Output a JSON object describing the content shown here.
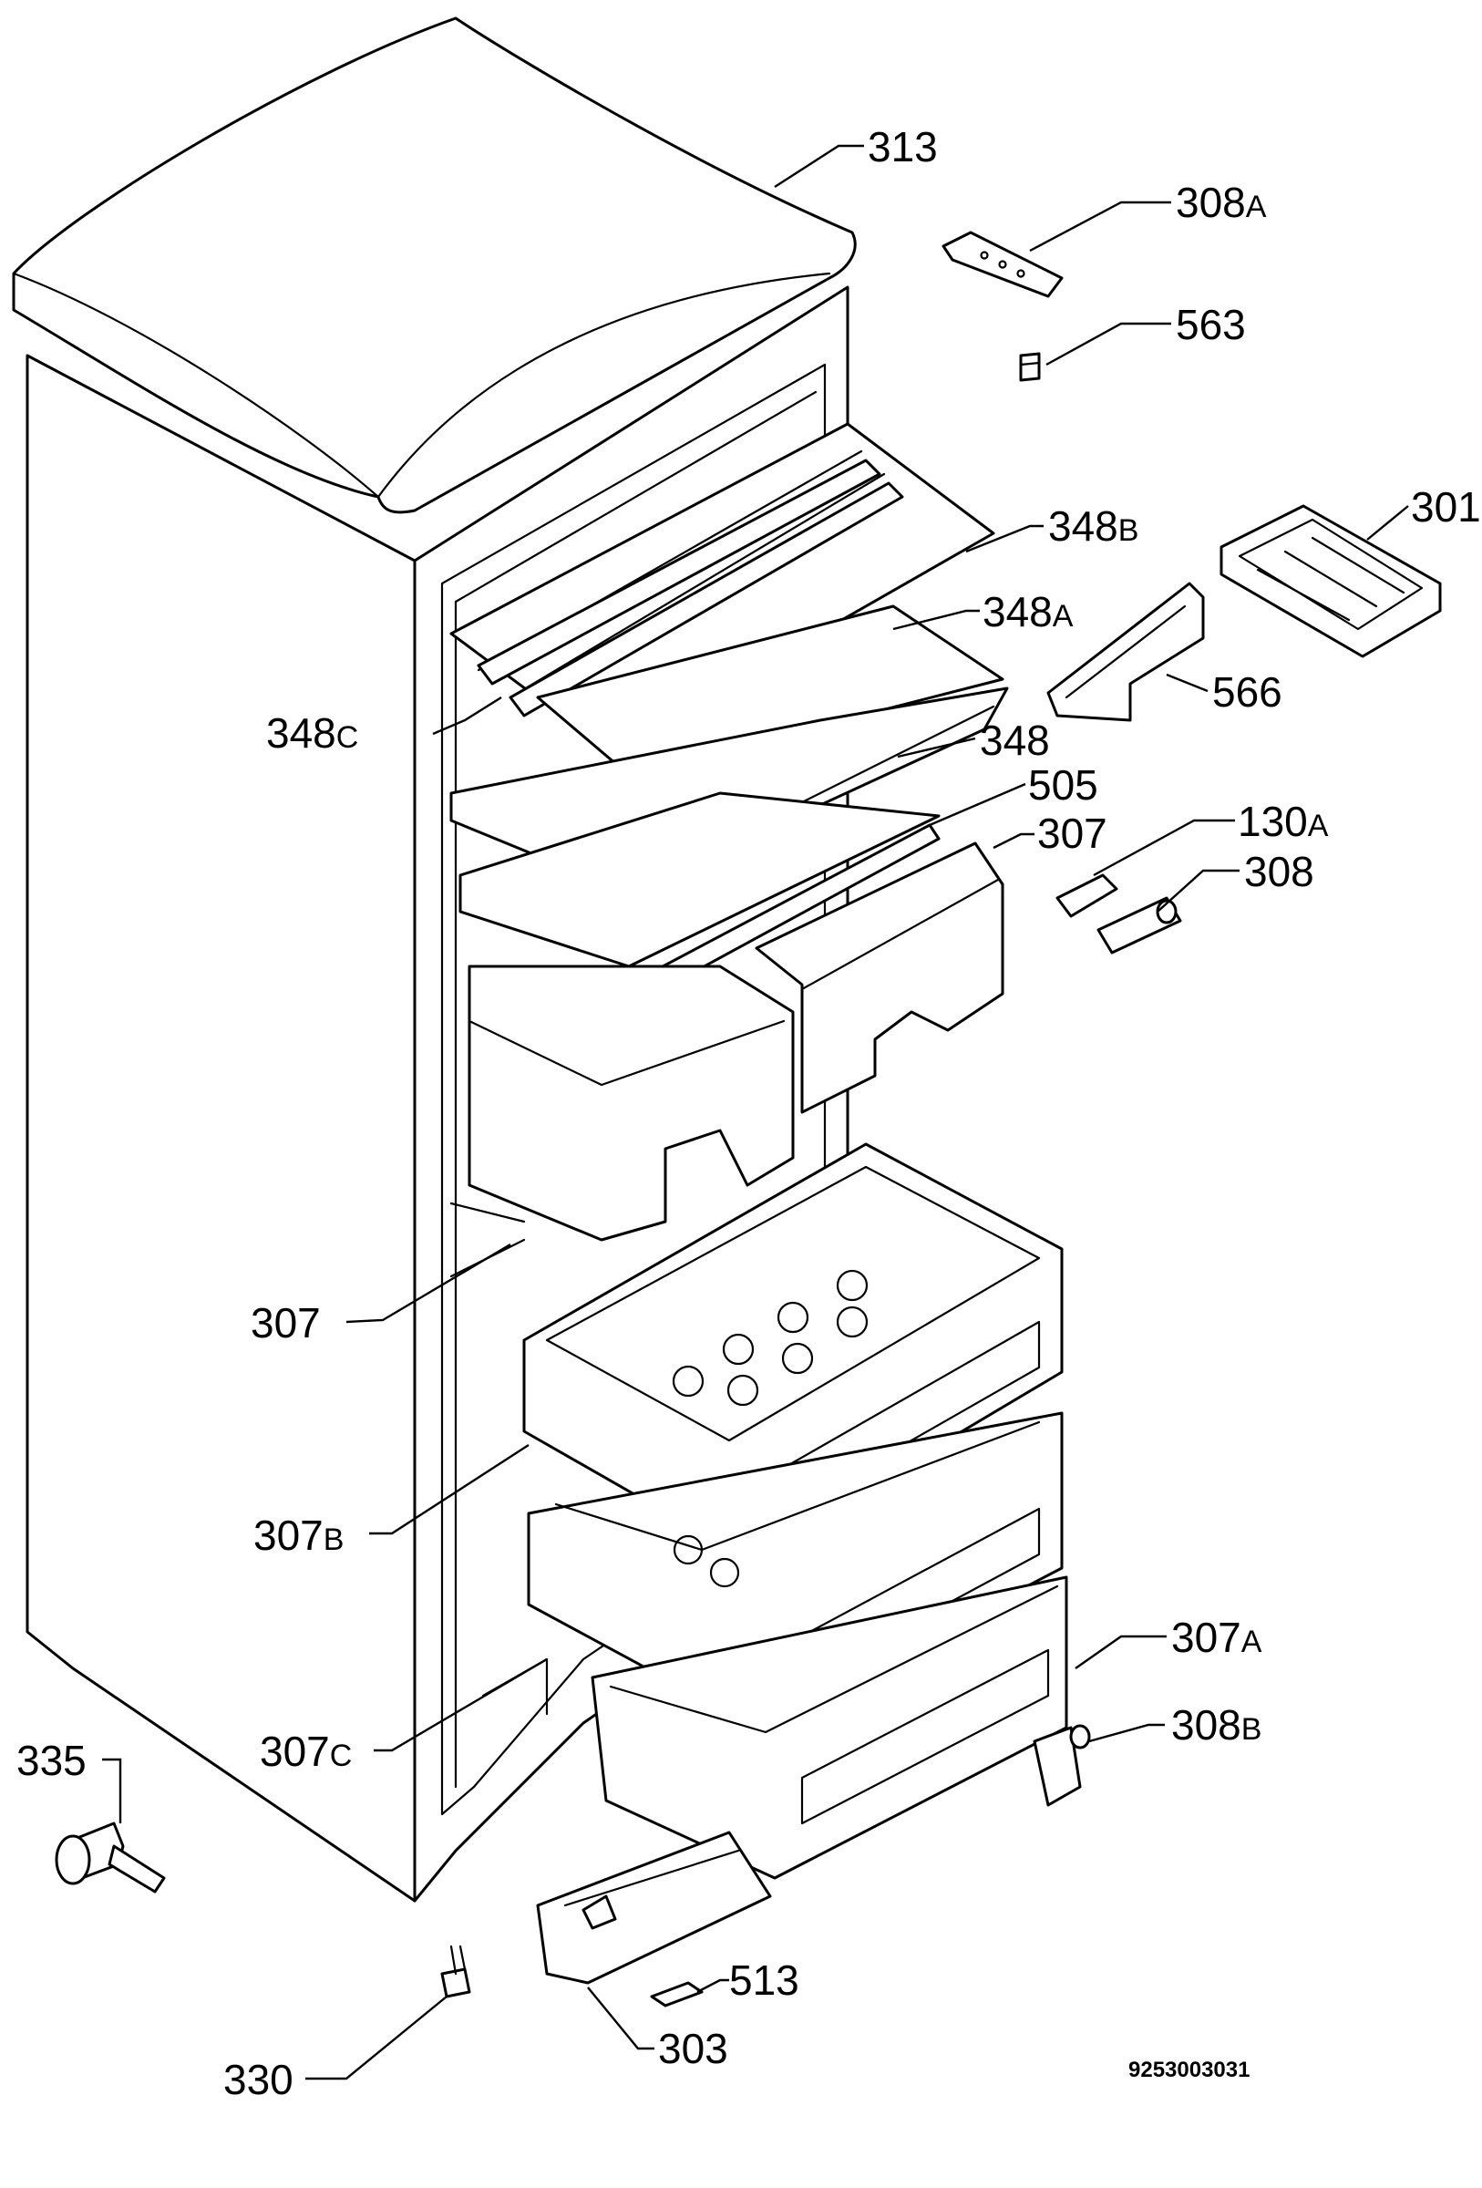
{
  "diagram_code": "9253003031",
  "labels": [
    {
      "num": "313",
      "suffix": ""
    },
    {
      "num": "308",
      "suffix": "A"
    },
    {
      "num": "563",
      "suffix": ""
    },
    {
      "num": "301",
      "suffix": ""
    },
    {
      "num": "348",
      "suffix": "B"
    },
    {
      "num": "348",
      "suffix": "A"
    },
    {
      "num": "348",
      "suffix": "C"
    },
    {
      "num": "566",
      "suffix": ""
    },
    {
      "num": "348",
      "suffix": ""
    },
    {
      "num": "505",
      "suffix": ""
    },
    {
      "num": "130",
      "suffix": "A"
    },
    {
      "num": "307",
      "suffix": ""
    },
    {
      "num": "308",
      "suffix": ""
    },
    {
      "num": "307",
      "suffix": ""
    },
    {
      "num": "307",
      "suffix": "B"
    },
    {
      "num": "307",
      "suffix": "A"
    },
    {
      "num": "307",
      "suffix": "C"
    },
    {
      "num": "308",
      "suffix": "B"
    },
    {
      "num": "335",
      "suffix": ""
    },
    {
      "num": "513",
      "suffix": ""
    },
    {
      "num": "303",
      "suffix": ""
    },
    {
      "num": "330",
      "suffix": ""
    }
  ]
}
